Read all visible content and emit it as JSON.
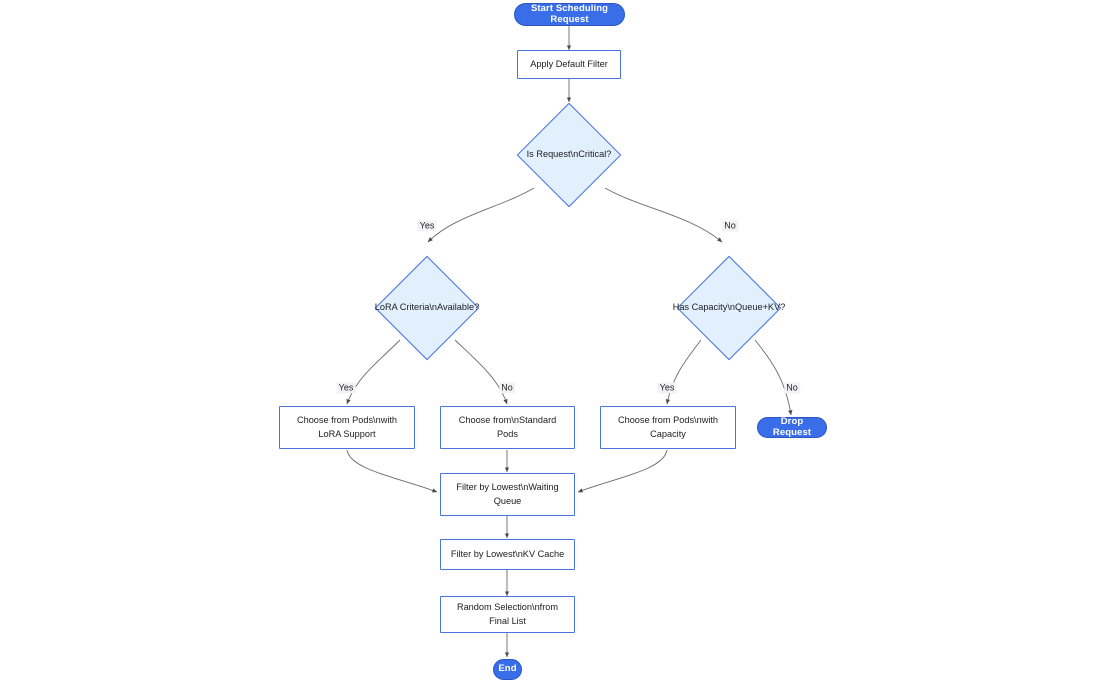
{
  "diagram": {
    "title": "Scheduling Request Flowchart",
    "background": "#ffffff",
    "colors": {
      "terminal_fill": "#3a6ee8",
      "terminal_text": "#ffffff",
      "process_fill": "#ffffff",
      "process_border": "#4a73dd",
      "decision_fill": "#e2f0fd",
      "decision_border": "#4a73dd",
      "edge_stroke": "#5a5a5a",
      "edge_label_bg": "#f2f2f2",
      "text": "#1c1c22"
    },
    "nodes": {
      "start": {
        "label": "Start Scheduling Request",
        "type": "terminal"
      },
      "apply_default_filter": {
        "label": "Apply Default Filter",
        "type": "process"
      },
      "is_request_critical": {
        "label": "Is Request\\nCritical?",
        "type": "decision"
      },
      "lora_criteria_available": {
        "label": "LoRA Criteria\\nAvailable?",
        "type": "decision"
      },
      "has_capacity": {
        "label": "Has Capacity\\nQueue+KV?",
        "type": "decision"
      },
      "choose_pods_lora": {
        "line1": "Choose from Pods\\nwith",
        "line2": "LoRA Support",
        "type": "process"
      },
      "choose_standard_pods": {
        "line1": "Choose from\\nStandard",
        "line2": "Pods",
        "type": "process"
      },
      "choose_pods_capacity": {
        "line1": "Choose from Pods\\nwith",
        "line2": "Capacity",
        "type": "process"
      },
      "drop_request": {
        "label": "Drop Request",
        "type": "terminal"
      },
      "filter_waiting_queue": {
        "line1": "Filter by Lowest\\nWaiting",
        "line2": "Queue",
        "type": "process"
      },
      "filter_kv_cache": {
        "label": "Filter by Lowest\\nKV Cache",
        "type": "process"
      },
      "random_selection": {
        "line1": "Random Selection\\nfrom",
        "line2": "Final List",
        "type": "process"
      },
      "end": {
        "label": "End",
        "type": "terminal"
      }
    },
    "edge_labels": {
      "critical_yes": "Yes",
      "critical_no": "No",
      "lora_yes": "Yes",
      "lora_no": "No",
      "capacity_yes": "Yes",
      "capacity_no": "No"
    }
  }
}
